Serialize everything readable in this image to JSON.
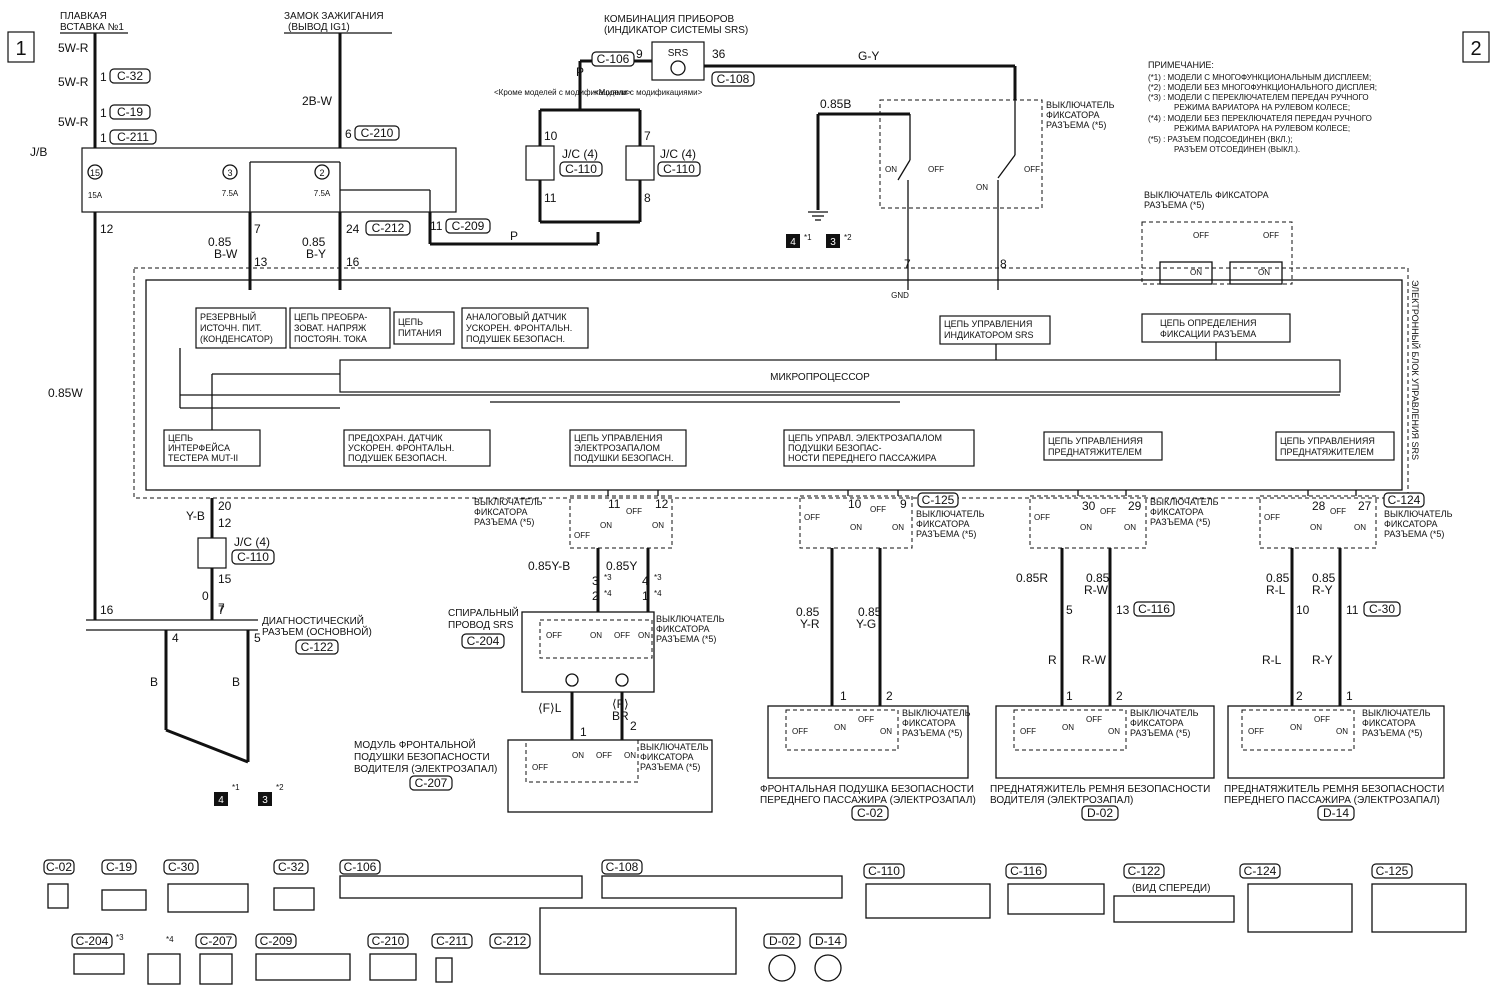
{
  "page_numbers": {
    "left": "1",
    "right": "2"
  },
  "notes": {
    "title": "ПРИМЕЧАНИЕ:",
    "lines": [
      "(*1) : МОДЕЛИ С МНОГОФУНКЦИОНАЛЬНЫМ ДИСПЛЕЕМ;",
      "(*2) : МОДЕЛИ БЕЗ МНОГОФУНКЦИОНАЛЬНОГО ДИСПЛЕЯ;",
      "(*3) : МОДЕЛИ С ПЕРЕКЛЮЧАТЕЛЕМ ПЕРЕДАЧ РУЧНОГО",
      "РЕЖИМА ВАРИАТОРА НА РУЛЕВОМ КОЛЕСЕ;",
      "(*4) : МОДЕЛИ БЕЗ ПЕРЕКЛЮЧАТЕЛЯ ПЕРЕДАЧ РУЧНОГО",
      "РЕЖИМА ВАРИАТОРА НА РУЛЕВОМ КОЛЕСЕ;",
      "(*5) : РАЗЪЕМ ПОДСОЕДИНЕН (ВКЛ.);",
      "РАЗЪЕМ ОТСОЕДИНЕН (ВЫКЛ.)."
    ]
  },
  "top_sources": {
    "fuse_line1": "ПЛАВКАЯ",
    "fuse_line2": "ВСТАВКА №1",
    "ignition_line1": "ЗАМОК ЗАЖИГАНИЯ",
    "ignition_line2": "(ВЫВОД IG1)",
    "cluster_line1": "КОМБИНАЦИЯ ПРИБОРОВ",
    "cluster_line2": "(ИНДИКАТОР СИСТЕМЫ SRS)",
    "srs_lamp": "SRS"
  },
  "wires": {
    "w5wr_1": "5W-R",
    "w5wr_2": "5W-R",
    "w5wr_3": "5W-R",
    "w2bw": "2B-W",
    "wgy": "G-Y",
    "w085b": "0.85B",
    "w085bw_a": "0.85",
    "w085bw_b": "B-W",
    "w085by_a": "0.85",
    "w085by_b": "B-Y",
    "w085w": "0.85W",
    "wp1": "P",
    "wp2": "P",
    "wyb": "Y-B",
    "w0": "0",
    "wb1": "B",
    "wb2": "B",
    "w085yb": "0.85Y-B",
    "w085y": "0.85Y",
    "w085yr_a": "0.85",
    "w085yr_b": "Y-R",
    "w085yg_a": "0.85",
    "w085yg_b": "Y-G",
    "w085r": "0.85R",
    "w085rw_a": "0.85",
    "w085rw_b": "R-W",
    "wr": "R",
    "wrw": "R-W",
    "w085rl_a": "0.85",
    "w085rl_b": "R-L",
    "w085ry_a": "0.85",
    "w085ry_b": "R-Y",
    "wrl": "R-L",
    "wry": "R-Y",
    "wfl": "⟨F⟩L",
    "wfbr_a": "⟨F⟩",
    "wfbr_b": "BR"
  },
  "connectors": {
    "c32": "C-32",
    "c19": "C-19",
    "c211": "C-211",
    "c210": "C-210",
    "c106": "C-106",
    "c108": "C-108",
    "c110a": "C-110",
    "c110b": "C-110",
    "c209": "C-209",
    "c212": "C-212",
    "c110c": "C-110",
    "c122": "C-122",
    "c204": "C-204",
    "c207": "C-207",
    "c125": "C-125",
    "c116": "C-116",
    "c30": "C-30",
    "c124": "C-124",
    "c02": "C-02",
    "d02": "D-02",
    "d14": "D-14"
  },
  "jc": {
    "a": "J/C (4)",
    "b": "J/C (4)",
    "c": "J/C (4)",
    "variant_a": "<Кроме моделей с модификациями>",
    "variant_b": "<Модели с модификациями>"
  },
  "jb": {
    "label": "J/B",
    "f15": "15",
    "f15a": "15A",
    "f3": "3",
    "f3a": "7.5A",
    "f2": "2",
    "f2a": "7.5A"
  },
  "pins": {
    "p1a": "1",
    "p1b": "1",
    "p1c": "1",
    "p6": "6",
    "p9": "9",
    "p36": "36",
    "p12": "12",
    "p7": "7",
    "p24": "24",
    "p11": "11",
    "p13": "13",
    "p16": "16",
    "jc_a10": "10",
    "jc_a11": "11",
    "jc_b7": "7",
    "jc_b8": "8",
    "gnd7": "7",
    "ind8": "8",
    "p20": "20",
    "p12b": "12",
    "p15": "15",
    "p7b": "7",
    "diag16": "16",
    "diag4": "4",
    "diag7": "7",
    "diag5": "5",
    "dr11": "11",
    "dr12": "12",
    "dr_3": "3",
    "dr_2": "2",
    "dr_4": "4",
    "dr_1": "1",
    "dr_sup3": "*3",
    "dr_sup4": "*4",
    "dr_sup3b": "*3",
    "dr_sup4b": "*4",
    "mod1": "1",
    "mod2": "2",
    "ps10": "10",
    "ps9": "9",
    "ps1": "1",
    "ps2": "2",
    "pt30": "30",
    "pt29": "29",
    "pt5": "5",
    "pt13": "13",
    "pt1": "1",
    "pt2": "2",
    "pp28": "28",
    "pp27": "27",
    "pp10": "10",
    "pp11": "11",
    "pp2": "2",
    "pp1": "1"
  },
  "ecu": {
    "side_label": "ЭЛЕКТРОННЫЙ БЛОК УПРАВЛЕНИЯ SRS",
    "gnd": "GND",
    "microprocessor": "МИКРОПРОЦЕССОР",
    "backup": [
      "РЕЗЕРВНЫЙ",
      "ИСТОЧН. ПИТ.",
      "(КОНДЕНСАТОР)"
    ],
    "dcdc": [
      "ЦЕПЬ ПРЕОБРА-",
      "ЗОВАТ. НАПРЯЖ",
      "ПОСТОЯН. ТОКА"
    ],
    "power": [
      "ЦЕПЬ",
      "ПИТАНИЯ"
    ],
    "accel": [
      "АНАЛОГОВЫЙ ДАТЧИК",
      "УСКОРЕН. ФРОНТАЛЬН.",
      "ПОДУШЕК БЕЗОПАСН."
    ],
    "indicator": [
      "ЦЕПЬ УПРАВЛЕНИЯ",
      "ИНДИКАТОРОМ SRS"
    ],
    "lockdet": [
      "ЦЕПЬ ОПРЕДЕЛЕНИЯ",
      "ФИКСАЦИИ РАЗЪЕМА"
    ],
    "mut": [
      "ЦЕПЬ",
      "ИНТЕРФЕЙСА",
      "ТЕСТЕРА MUT-II"
    ],
    "safing": [
      "ПРЕДОХРАН. ДАТЧИК",
      "УСКОРЕН. ФРОНТАЛЬН.",
      "ПОДУШЕК БЕЗОПАСН."
    ],
    "drv_ctrl": [
      "ЦЕПЬ УПРАВЛЕНИЯ",
      "ЭЛЕКТРОЗАПАЛОМ",
      "ПОДУШКИ БЕЗОПАСН."
    ],
    "pass_ctrl": [
      "ЦЕПЬ УПРАВЛ. ЭЛЕКТРОЗАПАЛОМ",
      "ПОДУШКИ БЕЗОПАС-",
      "НОСТИ ПЕРЕДНЕГО ПАССАЖИРА"
    ],
    "pt1": [
      "ЦЕПЬ УПРАВЛЕНИЯЯ",
      "ПРЕДНАТЯЖИТЕЛЕМ"
    ],
    "pt2": [
      "ЦЕПЬ УПРАВЛЕНИЯЯ",
      "ПРЕДНАТЯЖИТЕЛЕМ"
    ]
  },
  "lock_switch": {
    "title": [
      "ВЫКЛЮЧАТЕЛЬ",
      "ФИКСАТОРА",
      "РАЗЪЕМА (*5)"
    ],
    "title_top": [
      "ВЫКЛЮЧАТЕЛЬ ФИКСАТОРА",
      "РАЗЪЕМА (*5)"
    ],
    "on": "ON",
    "off": "OFF"
  },
  "components": {
    "diag": [
      "ДИАГНОСТИЧЕСКИЙ",
      "РАЗЪЕМ (ОСНОВНОЙ)"
    ],
    "clock": [
      "СПИРАЛЬНЫЙ",
      "ПРОВОД SRS"
    ],
    "driver_module": [
      "МОДУЛЬ ФРОНТАЛЬНОЙ",
      "ПОДУШКИ БЕЗОПАСНОСТИ",
      "ВОДИТЕЛЯ (ЭЛЕКТРОЗАПАЛ)"
    ],
    "pass_module": [
      "ФРОНТАЛЬНАЯ ПОДУШКА БЕЗОПАСНОСТИ",
      "ПЕРЕДНЕГО ПАССАЖИРА (ЭЛЕКТРОЗАПАЛ)"
    ],
    "drv_pt": [
      "ПРЕДНАТЯЖИТЕЛЬ РЕМНЯ БЕЗОПАСНОСТИ",
      "ВОДИТЕЛЯ (ЭЛЕКТРОЗАПАЛ)"
    ],
    "pass_pt": [
      "ПРЕДНАТЯЖИТЕЛЬ РЕМНЯ БЕЗОПАСНОСТИ",
      "ПЕРЕДНЕГО ПАССАЖИРА (ЭЛЕКТРОЗАПАЛ)"
    ]
  },
  "ground_marks": {
    "n4": "4",
    "n3": "3",
    "s1": "*1",
    "s2": "*2"
  },
  "legend": {
    "c02": "C-02",
    "c19": "C-19",
    "c30": "C-30",
    "c32": "C-32",
    "c106": "C-106",
    "c108": "C-108",
    "c110": "C-110",
    "c116": "C-116",
    "c122": "C-122",
    "c122_view": "(ВИД СПЕРЕДИ)",
    "c124": "C-124",
    "c125": "C-125",
    "c204": "C-204",
    "c204_sup": "*3",
    "sup4": "*4",
    "c207": "C-207",
    "c209": "C-209",
    "c210": "C-210",
    "c211": "C-211",
    "c212": "C-212",
    "d02": "D-02",
    "d14": "D-14"
  }
}
